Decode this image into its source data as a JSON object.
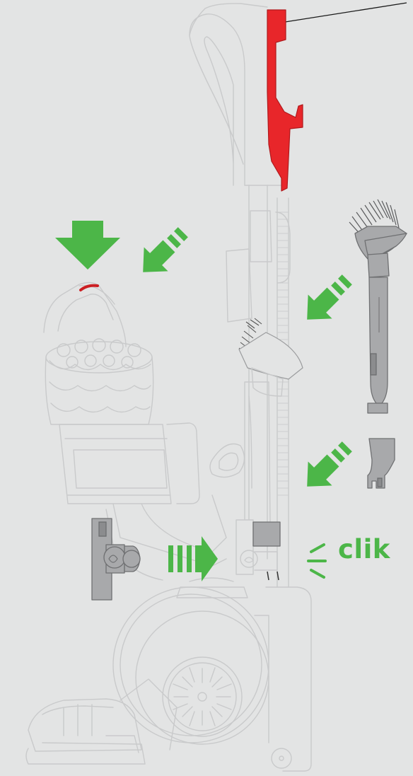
{
  "callout": {
    "text": "clik"
  },
  "colors": {
    "background": "#e3e4e4",
    "arrow_green": "#4cb648",
    "wand_red": "#e8262a",
    "outline_gray": "#c9cacb",
    "part_gray": "#a8a9ab"
  },
  "icons": [
    "down-arrow-icon",
    "diagonal-arrow-icon",
    "right-arrow-icon",
    "click-lines-icon"
  ],
  "parts": [
    "vacuum-outline",
    "red-wand",
    "cyclone-assembly",
    "combination-tool",
    "stair-tool",
    "crevice-tool",
    "tool-clip"
  ]
}
